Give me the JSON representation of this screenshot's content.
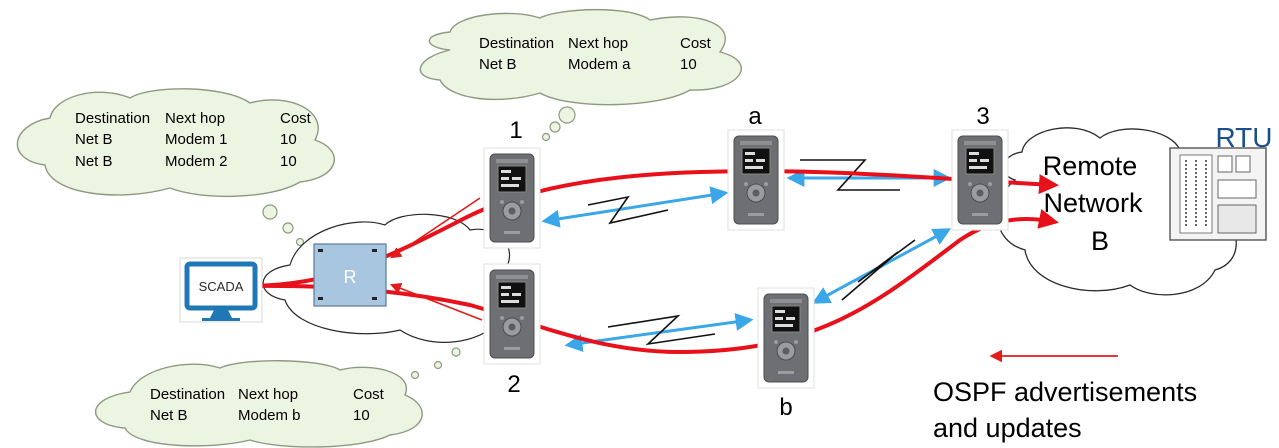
{
  "tables": {
    "top": {
      "headers": [
        "Destination",
        "Next hop",
        "Cost"
      ],
      "rows": [
        [
          "Net B",
          "Modem a",
          "10"
        ]
      ]
    },
    "left": {
      "headers": [
        "Destination",
        "Next hop",
        "Cost"
      ],
      "rows": [
        [
          "Net B",
          "Modem 1",
          "10"
        ],
        [
          "Net B",
          "Modem 2",
          "10"
        ]
      ]
    },
    "bottom": {
      "headers": [
        "Destination",
        "Next hop",
        "Cost"
      ],
      "rows": [
        [
          "Net B",
          "Modem b",
          "10"
        ]
      ]
    }
  },
  "nodes": {
    "modem_1": "1",
    "modem_2": "2",
    "modem_a": "a",
    "modem_b": "b",
    "modem_3": "3",
    "router": "R",
    "scada": "SCADA",
    "rtu": "RTU"
  },
  "remote_network": [
    "Remote",
    "Network",
    "B"
  ],
  "legend": {
    "line1": "OSPF advertisements",
    "line2": "and updates"
  },
  "colors": {
    "route": "#e8101a",
    "advert_arrow": "#e21b1b",
    "radio_link": "#3aa7e8",
    "cloud_fill": "#ecf4e2",
    "router_fill": "#a9c6e0",
    "rtu_label": "#1a4f8a"
  }
}
